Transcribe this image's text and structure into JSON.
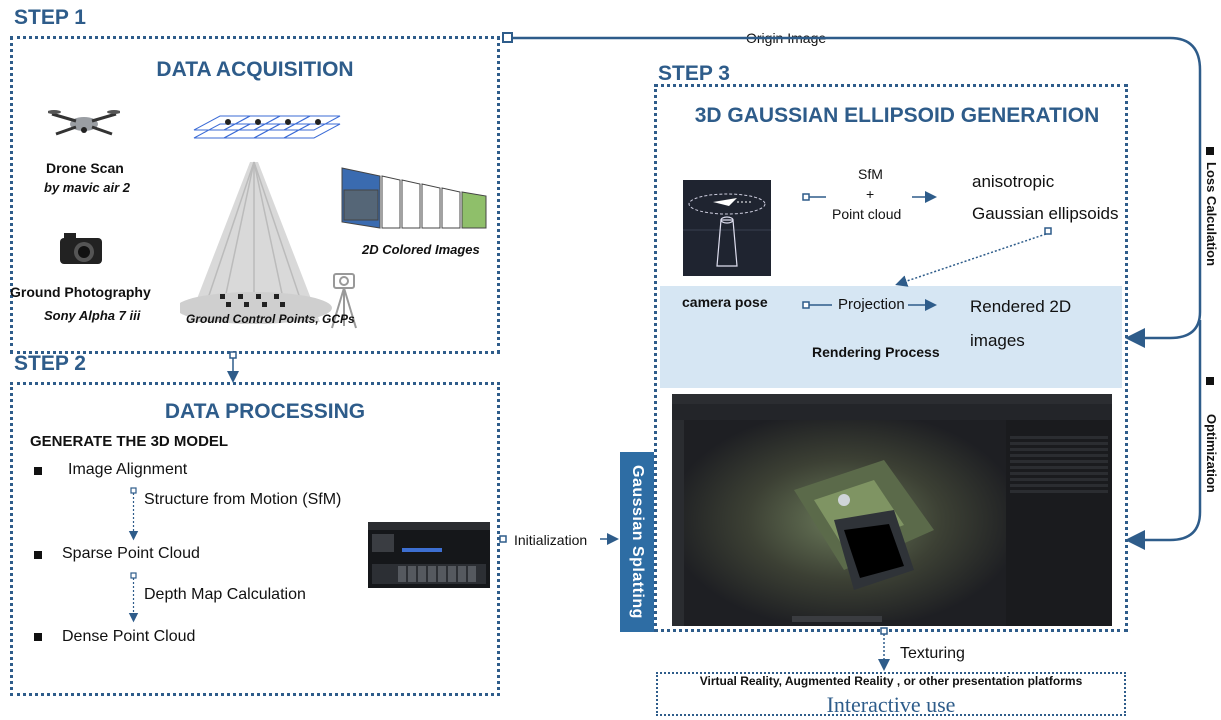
{
  "step1": {
    "label": "STEP 1",
    "title": "DATA ACQUISITION",
    "drone_title": "Drone Scan",
    "drone_sub": "by mavic air 2",
    "ground_title": "Ground Photography",
    "ground_sub": "Sony Alpha 7 iii",
    "gcp_caption": "Ground Control Points, GCPs",
    "images_caption": "2D Colored Images"
  },
  "origin_image": "Origin Image",
  "step2": {
    "label": "STEP 2",
    "title": "DATA PROCESSING",
    "subtitle": "GENERATE THE 3D MODEL",
    "items": [
      "Image Alignment",
      "Sparse Point Cloud",
      "Dense Point Cloud"
    ],
    "transitions": [
      "Structure from Motion (SfM)",
      "Depth Map Calculation"
    ]
  },
  "initialization": "Initialization",
  "step3": {
    "label": "STEP 3",
    "title": "3D GAUSSIAN ELLIPSOID GENERATION",
    "sfm_top": "SfM",
    "sfm_plus": "+",
    "sfm_bottom": "Point cloud",
    "ellipsoid_line1": "anisotropic",
    "ellipsoid_line2": "Gaussian ellipsoids",
    "camera_pose": "camera pose",
    "projection": "Projection",
    "rendered_line1": "Rendered 2D",
    "rendered_line2": "images",
    "rendering_process": "Rendering Process",
    "gaussian_splatting": "Gaussian Splatting"
  },
  "side_labels": {
    "loss": "Loss Calculation",
    "optimization": "Optimization"
  },
  "texturing": "Texturing",
  "platforms": "Virtual Reality, Augmented Reality , or other presentation platforms",
  "interactive": "Interactive use",
  "colors": {
    "accent": "#2e5c8a",
    "band": "#d6e6f3",
    "tab": "#2e6da4"
  }
}
